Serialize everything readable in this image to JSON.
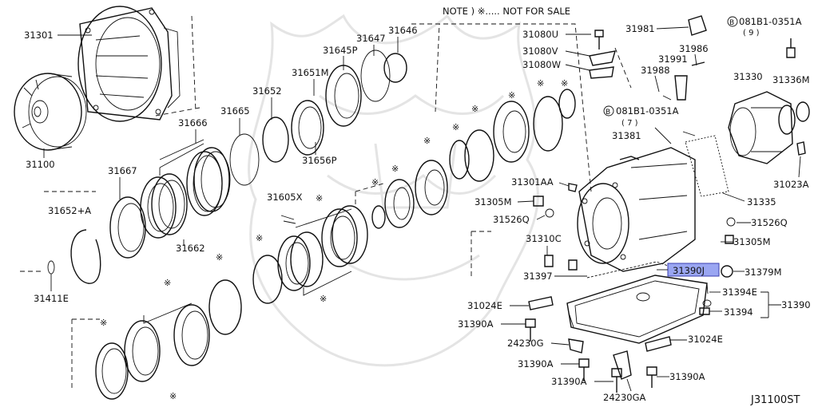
{
  "diagram_code": "J31100ST",
  "note": {
    "prefix": "NOTE ) ",
    "star": "※",
    "suffix": "..... NOT FOR SALE"
  },
  "highlighted_part": "31390J",
  "labels": {
    "p31301": "31301",
    "p31100": "31100",
    "p31666": "31666",
    "p31665": "31665",
    "p31652": "31652",
    "p31651M": "31651M",
    "p31645P": "31645P",
    "p31647": "31647",
    "p31646": "31646",
    "p31656P": "31656P",
    "p31667": "31667",
    "p31652A": "31652+A",
    "p31662": "31662",
    "p31411E": "31411E",
    "p31605X": "31605X",
    "p31080U": "31080U",
    "p31080V": "31080V",
    "p31080W": "31080W",
    "p31981": "31981",
    "p31986": "31986",
    "p31991": "31991",
    "p31988": "31988",
    "bolt9_num": "081B1-0351A",
    "bolt9_qty": "( 9 )",
    "p31330": "31330",
    "p31336M": "31336M",
    "bolt7_num": "081B1-0351A",
    "bolt7_qty": "( 7 )",
    "p31381": "31381",
    "p31301AA": "31301AA",
    "p31305M_left": "31305M",
    "p31526Q_left": "31526Q",
    "p31310C": "31310C",
    "p31397": "31397",
    "p31024E_left": "31024E",
    "p31390A_1": "31390A",
    "p24230G": "24230G",
    "p31390A_2": "31390A",
    "p31390A_3": "31390A",
    "p24230GA": "24230GA",
    "p31390A_4": "31390A",
    "p31024E_right": "31024E",
    "p31394": "31394",
    "p31394E": "31394E",
    "p31390": "31390",
    "p31379M": "31379M",
    "p31390J": "31390J",
    "p31305M_right": "31305M",
    "p31526Q_right": "31526Q",
    "p31335": "31335",
    "p31023A": "31023A",
    "bolt_circle_letter": "B"
  },
  "icons": [
    "torque-converter-icon",
    "converter-housing-icon",
    "clutch-pack-icon",
    "snap-ring-icon",
    "drum-icon",
    "transmission-case-icon",
    "oil-pan-icon",
    "extension-housing-icon",
    "bolt-icon",
    "gasket-icon",
    "star-marker-icon"
  ]
}
